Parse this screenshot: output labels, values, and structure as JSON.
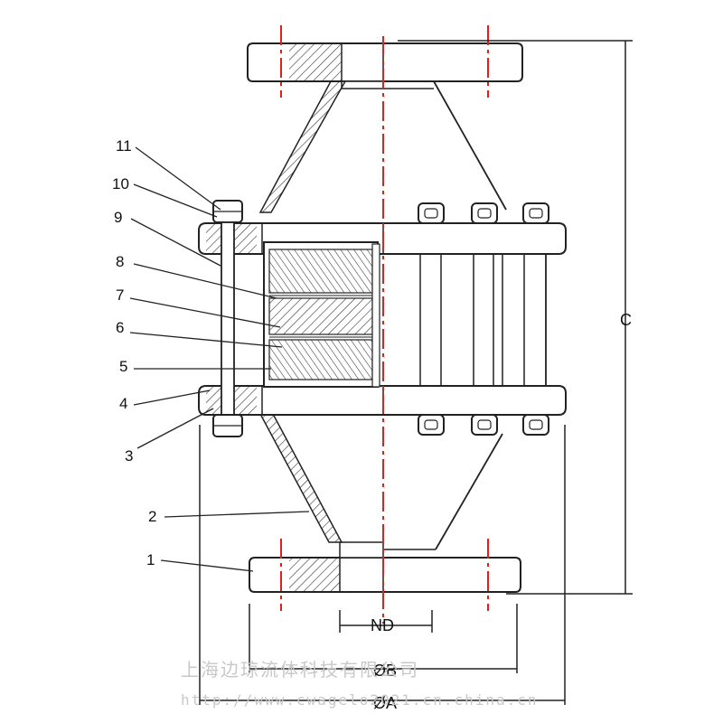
{
  "diagram": {
    "part_labels": [
      "1",
      "2",
      "3",
      "4",
      "5",
      "6",
      "7",
      "8",
      "9",
      "10",
      "11"
    ],
    "dimensions": {
      "height": "C",
      "nominal_diameter": "ND",
      "bolt_circle": "ØB",
      "outer_diameter": "ØA"
    },
    "watermark": {
      "company": "上海边琼流体科技有限公司",
      "url": "http://www.cwagelo2021.cn.china.cn"
    }
  }
}
